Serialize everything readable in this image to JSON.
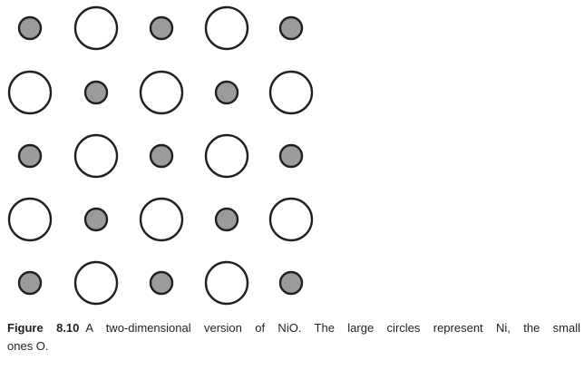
{
  "figure": {
    "label": "Figure 8.10",
    "caption_line1": "A two-dimensional version of NiO. The large circles represent Ni, the small",
    "caption_line2": "ones O.",
    "caption_full": "A two-dimensional version of NiO. The large circles represent Ni, the small ones O."
  },
  "lattice": {
    "description": "Two-dimensional NiO lattice of alternating circles",
    "rows": 5,
    "cols": 5,
    "col_x": [
      33,
      106,
      178,
      250,
      321
    ],
    "row_y": [
      31,
      102,
      172,
      242,
      312
    ],
    "large_radius": 23,
    "small_radius": 12,
    "stroke_width": 2.4,
    "stroke_color": "#231f20",
    "large_fill": "#ffffff",
    "small_fill": "#9a9b9d",
    "large_atom": "Ni",
    "small_atom": "O",
    "pattern": "small-at-even-parity"
  }
}
